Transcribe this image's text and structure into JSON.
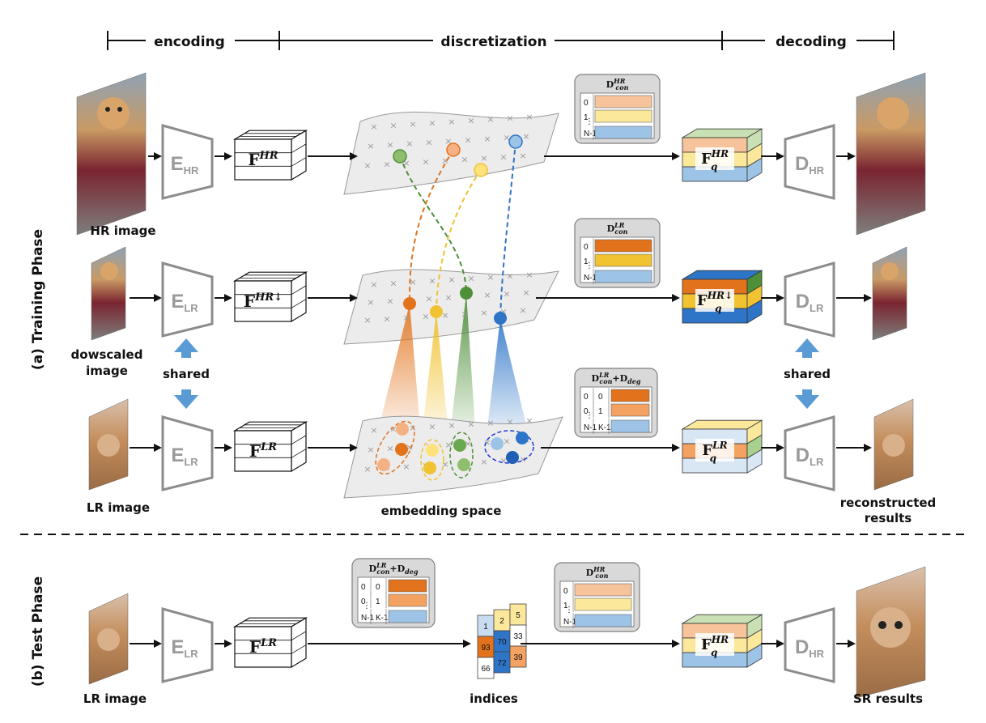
{
  "header": {
    "encoding": "encoding",
    "discretization": "discretization",
    "decoding": "decoding"
  },
  "phases": {
    "training": "(a) Training Phase",
    "test": "(b) Test Phase"
  },
  "images": {
    "hr": "HR image",
    "downscaled_line1": "dowscaled",
    "downscaled_line2": "image",
    "lr": "LR image",
    "reconstructed_line1": "reconstructed",
    "reconstructed_line2": "results",
    "test_lr": "LR image",
    "sr": "SR results"
  },
  "encoders": {
    "hr": {
      "main": "E",
      "sub": "HR"
    },
    "lr1": {
      "main": "E",
      "sub": "LR"
    },
    "lr2": {
      "main": "E",
      "sub": "LR"
    },
    "test": {
      "main": "E",
      "sub": "LR"
    }
  },
  "decoders": {
    "hr": {
      "main": "D",
      "sub": "HR"
    },
    "lr1": {
      "main": "D",
      "sub": "LR"
    },
    "lr2": {
      "main": "D",
      "sub": "LR"
    },
    "test": {
      "main": "D",
      "sub": "HR"
    }
  },
  "shared": {
    "left": "shared",
    "right": "shared"
  },
  "features": {
    "hr": {
      "base": "F",
      "sup": "HR"
    },
    "hr_down": {
      "base": "F",
      "sup": "HR↓"
    },
    "lr": {
      "base": "F",
      "sup": "LR"
    },
    "test": {
      "base": "F",
      "sup": "LR"
    }
  },
  "quantized": {
    "hr": {
      "base": "F",
      "sub": "q",
      "sup": "HR"
    },
    "hr_down": {
      "base": "F",
      "sub": "q",
      "sup": "HR↓"
    },
    "lr": {
      "base": "F",
      "sub": "q",
      "sup": "LR"
    },
    "test": {
      "base": "F",
      "sub": "q",
      "sup": "HR"
    }
  },
  "codebooks": {
    "hr": {
      "title_base": "D",
      "title_sup": "HR",
      "title_sub": "con",
      "rows": [
        "0",
        "1",
        "N-1"
      ],
      "colors": [
        "#f7c39b",
        "#fce89a",
        "#9dc3e6"
      ]
    },
    "lr": {
      "title_base": "D",
      "title_sup": "LR",
      "title_sub": "con",
      "rows": [
        "0",
        "1",
        "N-1"
      ],
      "colors": [
        "#e2731c",
        "#f1c232",
        "#9dc3e6"
      ]
    },
    "mix": {
      "title_base": "D",
      "title_sup": "LR",
      "title_sub": "con",
      "plus": "+",
      "title2_base": "D",
      "title2_sub": "deg",
      "rows": [
        "0",
        "0",
        "N-1"
      ],
      "rows2": [
        "0",
        "1",
        "K-1"
      ],
      "colors": [
        "#e2731c",
        "#f4a261",
        "#9dc3e6"
      ]
    },
    "test_mix": {
      "title_base": "D",
      "title_sup": "LR",
      "title_sub": "con",
      "plus": "+",
      "title2_base": "D",
      "title2_sub": "deg",
      "rows": [
        "0",
        "0",
        "N-1"
      ],
      "rows2": [
        "0",
        "1",
        "K-1"
      ],
      "colors": [
        "#e2731c",
        "#f4a261",
        "#9dc3e6"
      ]
    },
    "test_hr": {
      "title_base": "D",
      "title_sup": "HR",
      "title_sub": "con",
      "rows": [
        "0",
        "1",
        "N-1"
      ],
      "colors": [
        "#f7c39b",
        "#fce89a",
        "#9dc3e6"
      ]
    }
  },
  "embedding_label": "embedding space",
  "indices": {
    "label": "indices",
    "cells": [
      "1",
      "2",
      "5",
      "93",
      "70",
      "33",
      "66",
      "72",
      "39"
    ]
  },
  "colors": {
    "arrow": "#111111",
    "encoder_stroke": "#8c8c8c",
    "shared_arrow": "#5b9bd5",
    "orange": "#e2731c",
    "yellow": "#f1c232",
    "green": "#4e8f3a",
    "blue": "#2e75c8",
    "plane": "#ececec"
  }
}
